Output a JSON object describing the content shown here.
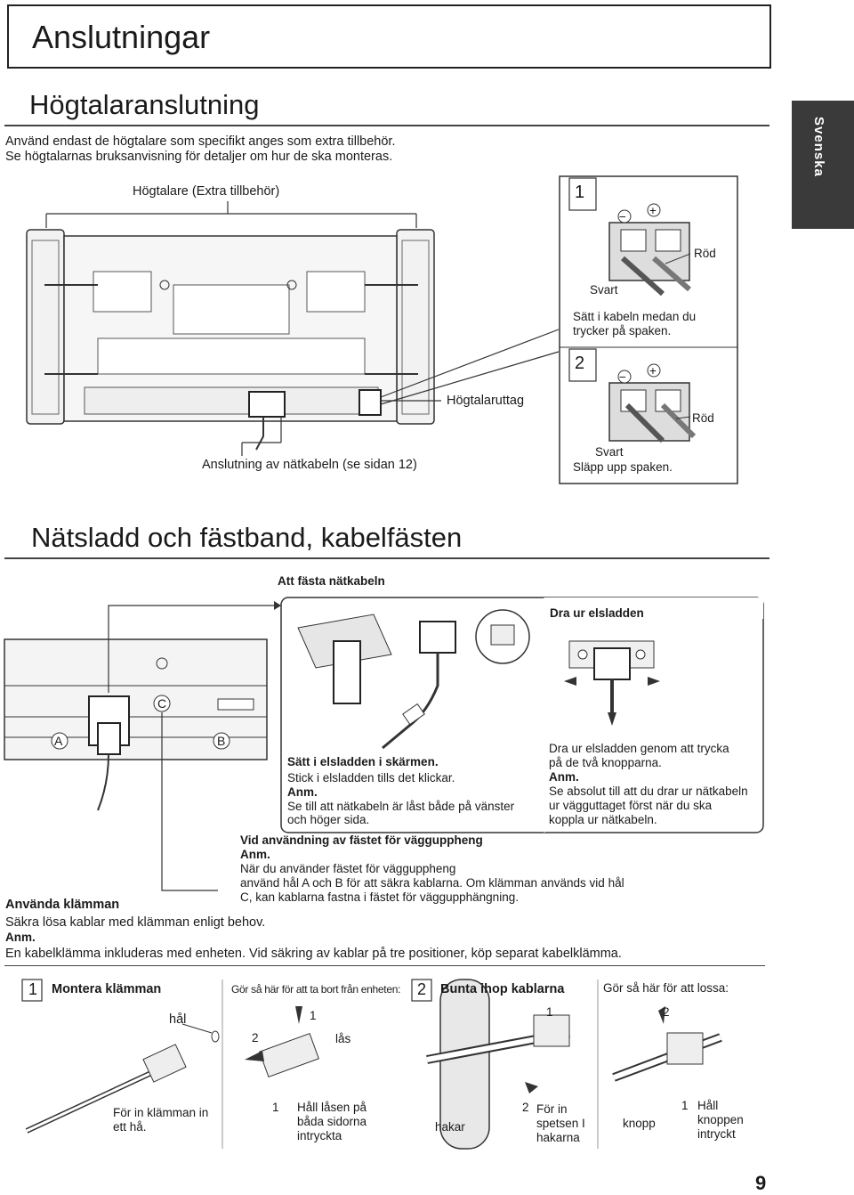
{
  "page_title": "Anslutningar",
  "language_tab": "Svenska",
  "section1": {
    "heading": "Högtalaranslutning",
    "intro_line1": "Använd endast de högtalare som specifikt anges som extra tillbehör.",
    "intro_line2": "Se högtalarnas bruksanvisning för detaljer om hur de ska monteras.",
    "speakers_label": "Högtalare (Extra tillbehör)",
    "terminal_label": "Högtalaruttag",
    "power_label": "Anslutning av nätkabeln (se sidan 12)",
    "step1": {
      "number": "1",
      "minus": "−",
      "plus": "+",
      "red": "Röd",
      "black": "Svart",
      "caption_line1": "Sätt i kabeln medan du",
      "caption_line2": "trycker på spaken."
    },
    "step2": {
      "number": "2",
      "minus": "−",
      "plus": "+",
      "red": "Röd",
      "black": "Svart",
      "caption": "Släpp upp spaken."
    }
  },
  "section2": {
    "heading": "Nätsladd och fästband, kabelfästen",
    "attach_title": "Att fästa nätkabeln",
    "unplug_title": "Dra ur elsladden",
    "holes": {
      "a": "A",
      "b": "B",
      "c": "C"
    },
    "insert_bold": "Sätt i elsladden i skärmen.",
    "insert_line2": "Stick i elsladden tills det klickar.",
    "insert_note": "Anm.",
    "insert_note_line1": "Se till att nätkabeln är låst både på vänster",
    "insert_note_line2": "och höger sida.",
    "unplug_line1": "Dra ur elsladden genom att trycka",
    "unplug_line2": "på de två knopparna.",
    "unplug_note": "Anm.",
    "unplug_note_line1": "Se absolut till att du drar ur nätkabeln",
    "unplug_note_line2": "ur vägguttaget först när du ska",
    "unplug_note_line3": "koppla ur nätkabeln.",
    "wall_heading": "Vid användning av fästet för vägguppheng",
    "wall_note": "Anm.",
    "wall_line1": "När du använder fästet för vägguppheng",
    "wall_line2a": "använd hål",
    "wall_line2b": "och",
    "wall_line2c": "för att säkra kablarna. Om klämman används vid hål",
    "wall_line3": ", kan kablarna fastna i fästet för väggupphängning."
  },
  "section3": {
    "heading": "Använda klämman",
    "line1": "Säkra lösa kablar med klämman enligt behov.",
    "note": "Anm.",
    "line2": "En kabelklämma inkluderas med enheten. Vid säkring av kablar på tre positioner, köp separat kabelklämma.",
    "step1": {
      "number": "1",
      "title": "Montera klämman",
      "hole": "hål",
      "insert_caption_line1": "För in klämman in",
      "insert_caption_line2": "ett hå."
    },
    "remove": {
      "title": "Gör så här för att ta bort från enheten:",
      "n1": "1",
      "n2": "2",
      "latches": "lås",
      "caption_line1": "Håll låsen på",
      "caption_line2": "båda sidorna",
      "caption_line3": "intryckta"
    },
    "step2": {
      "number": "2",
      "title": "Bunta ihop kablarna",
      "n1": "1",
      "n2": "2",
      "hooks": "hakar",
      "tip_line1": "För in",
      "tip_line2": "spetsen I",
      "tip_line3": "hakarna"
    },
    "loosen": {
      "title": "Gör så här för att lossa:",
      "n1": "1",
      "n2": "2",
      "knob": "knopp",
      "caption_line1": "Håll",
      "caption_line2": "knoppen",
      "caption_line3": "intryckt"
    }
  },
  "page_number": "9"
}
